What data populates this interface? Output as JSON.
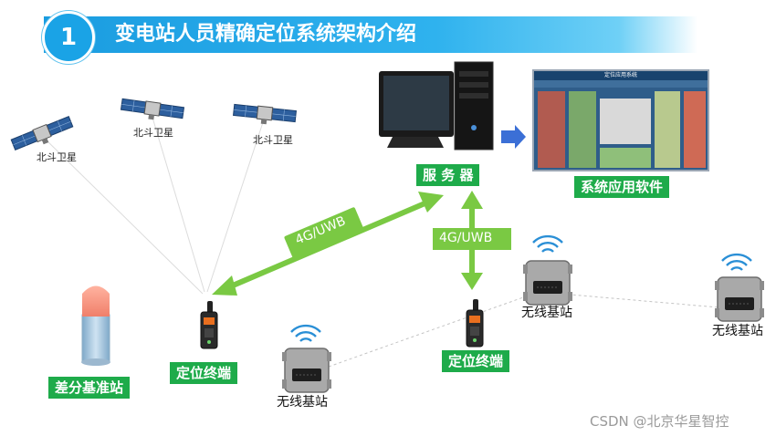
{
  "header": {
    "number": "1",
    "title": "变电站人员精确定位系统架构介绍"
  },
  "satellites": [
    {
      "label": "北斗卫星"
    },
    {
      "label": "北斗卫星"
    },
    {
      "label": "北斗卫星"
    }
  ],
  "server": {
    "label": "服 务 器"
  },
  "software": {
    "label": "系统应用软件",
    "screen_title": "定位应用系统"
  },
  "links": {
    "terminal_server": "4G/UWB",
    "server_terminal": "4G/UWB"
  },
  "terminals": [
    {
      "label": "定位终端"
    },
    {
      "label": "定位终端"
    }
  ],
  "reference_station": {
    "label": "差分基准站"
  },
  "base_stations": [
    {
      "label": "无线基站"
    },
    {
      "label": "无线基站"
    },
    {
      "label": "无线基站"
    }
  ],
  "watermark": "CSDN @北京华星智控",
  "colors": {
    "banner": "#1a9ce0",
    "green_arrow": "#7ac943",
    "label_box": "#1eab4a",
    "wifi": "#2a8fd6"
  }
}
